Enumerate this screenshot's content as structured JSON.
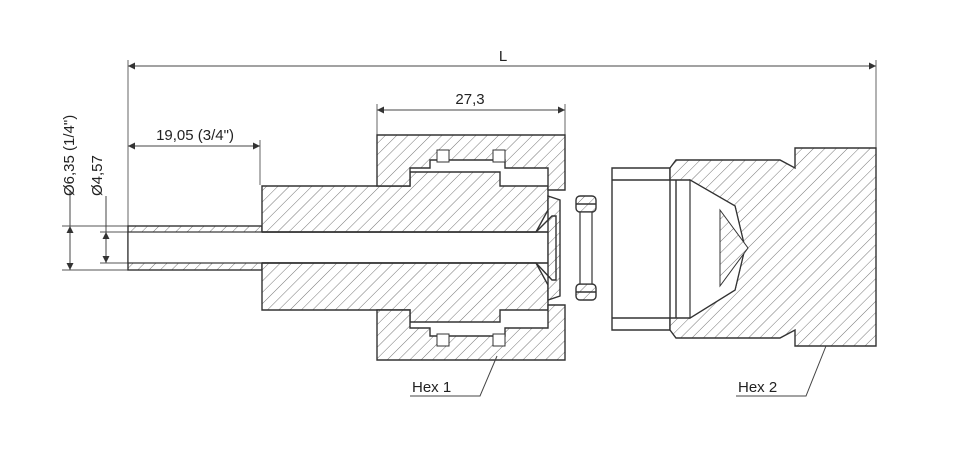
{
  "labels": {
    "overall_length": "L",
    "collar_width": "27,3",
    "tube_length": "19,05 (3/4\")",
    "outer_diameter": "Ø6,35 (1/4\")",
    "inner_diameter": "Ø4,57",
    "hex1": "Hex 1",
    "hex2": "Hex 2"
  }
}
